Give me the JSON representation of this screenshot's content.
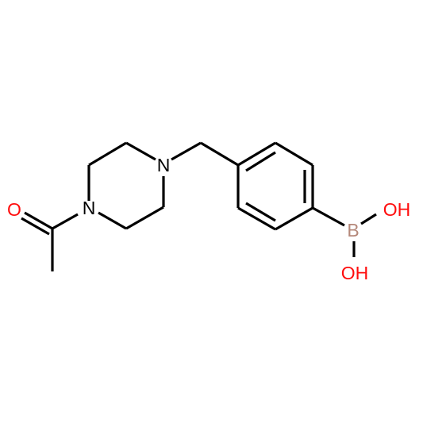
{
  "molecule": {
    "atoms": {
      "ketone_oxygen": "O",
      "piperazine_n1": "N",
      "piperazine_n4": "N",
      "boron": "B",
      "hydroxyl_1": "OH",
      "hydroxyl_2": "OH"
    },
    "colors": {
      "bond": "#000000",
      "nitrogen": "#000000",
      "oxygen": "#ff0d0d",
      "boron": "#b5887a"
    }
  }
}
